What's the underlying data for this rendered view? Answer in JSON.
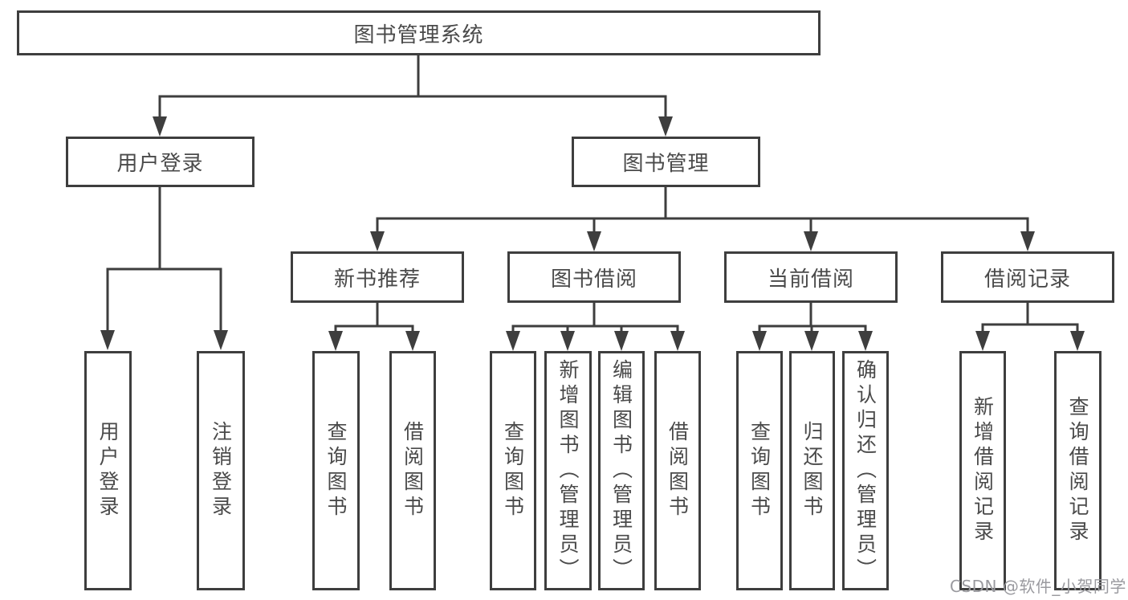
{
  "diagram": {
    "type": "hierarchy-tree",
    "background_color": "#ffffff",
    "line_color": "#3e3e3e",
    "text_color": "#4a4a4a",
    "node_fill": "#ffffff",
    "tree": {
      "label": "图书管理系统",
      "children": [
        {
          "label": "用户登录",
          "children": [
            {
              "label": "用户登录"
            },
            {
              "label": "注销登录"
            }
          ]
        },
        {
          "label": "图书管理",
          "children": [
            {
              "label": "新书推荐",
              "children": [
                {
                  "label": "查询图书"
                },
                {
                  "label": "借阅图书"
                }
              ]
            },
            {
              "label": "图书借阅",
              "children": [
                {
                  "label": "查询图书"
                },
                {
                  "label": "新增图书（管理员）"
                },
                {
                  "label": "编辑图书（管理员）"
                },
                {
                  "label": "借阅图书"
                }
              ]
            },
            {
              "label": "当前借阅",
              "children": [
                {
                  "label": "查询图书"
                },
                {
                  "label": "归还图书"
                },
                {
                  "label": "确认归还（管理员）"
                }
              ]
            },
            {
              "label": "借阅记录",
              "children": [
                {
                  "label": "新增借阅记录"
                },
                {
                  "label": "查询借阅记录"
                }
              ]
            }
          ]
        }
      ]
    }
  },
  "watermark": {
    "text": "CSDN @软件_小贺同学",
    "color": "#9a9a9f"
  }
}
